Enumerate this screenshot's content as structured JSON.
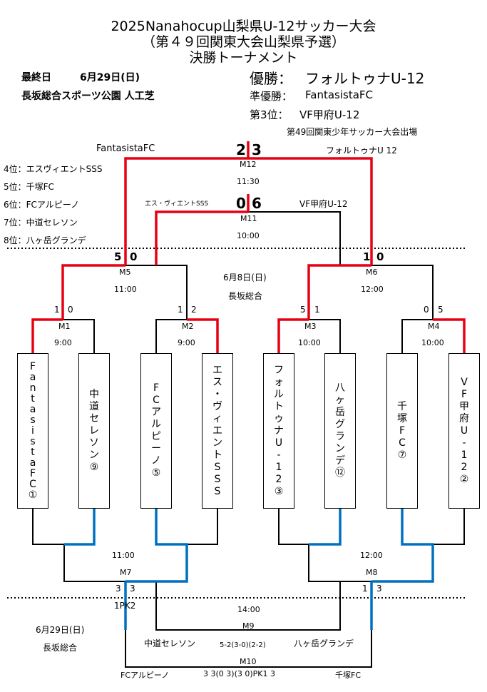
{
  "header": {
    "title_line1": "2025Nanahocup山梨県U-12サッカー大会",
    "title_line2": "（第４９回関東大会山梨県予選）",
    "title_line3": "決勝トーナメント",
    "final_day_label": "最終日",
    "final_day_date": "6月29日(日)",
    "final_venue": "長坂総合スポーツ公園 人工芝"
  },
  "results": {
    "winner_label": "優勝：",
    "winner": "フォルトゥナU-12",
    "runner_up_label": "準優勝：",
    "runner_up": "FantasistaFC",
    "third_label": "第3位：",
    "third": "VF甲府U-12",
    "kanto_note": "第49回関東少年サッカー大会出場"
  },
  "rankings": [
    "4位：エスヴィエントSSS",
    "5位：千塚FC",
    "6位：FCアルピーノ",
    "7位：中道セレソン",
    "8位：八ヶ岳グランデ"
  ],
  "round1_info": {
    "date": "6月8日(日)",
    "venue": "長坂総合"
  },
  "final_day_info": {
    "date": "6月29日(日)",
    "venue": "長坂総合"
  },
  "teams": [
    {
      "name": "FantasistaFC①",
      "vertical": [
        "F",
        "a",
        "n",
        "t",
        "a",
        "s",
        "i",
        "s",
        "t",
        "a",
        "F",
        "C",
        "①"
      ]
    },
    {
      "name": "中道セレソン⑨",
      "vertical": [
        "中",
        "道",
        "セ",
        "レ",
        "ソ",
        "ン",
        "⑨"
      ]
    },
    {
      "name": "FCアルピーノ⑤",
      "vertical": [
        "F",
        "C",
        "ア",
        "ル",
        "ピ",
        "ー",
        "ノ",
        "⑤"
      ]
    },
    {
      "name": "エス・ヴィエントSSS",
      "vertical": [
        "エ",
        "ス",
        "・",
        "ヴ",
        "ィ",
        "エ",
        "ン",
        "ト",
        "S",
        "S",
        "S"
      ]
    },
    {
      "name": "フォルトゥナU-12③",
      "vertical": [
        "フ",
        "ォ",
        "ル",
        "ト",
        "ゥ",
        "ナ",
        "U",
        "-",
        "1",
        "2",
        "③"
      ]
    },
    {
      "name": "八ヶ岳グランデ⑫",
      "vertical": [
        "八",
        "ヶ",
        "岳",
        "グ",
        "ラ",
        "ン",
        "デ",
        "⑫"
      ]
    },
    {
      "name": "千塚FC⑦",
      "vertical": [
        "千",
        "塚",
        "F",
        "C",
        "⑦"
      ]
    },
    {
      "name": "VF甲府U-12②",
      "vertical": [
        "V",
        "F",
        "甲",
        "府",
        "U",
        "-",
        "1",
        "2",
        "②"
      ]
    }
  ],
  "matches": {
    "M1": {
      "label": "M1",
      "time": "9:00",
      "score_left": "1",
      "score_right": "0"
    },
    "M2": {
      "label": "M2",
      "time": "9:00",
      "score_left": "1",
      "score_right": "2"
    },
    "M3": {
      "label": "M3",
      "time": "10:00",
      "score_left": "5",
      "score_right": "1"
    },
    "M4": {
      "label": "M4",
      "time": "10:00",
      "score_left": "0",
      "score_right": "5"
    },
    "M5": {
      "label": "M5",
      "time": "11:00",
      "score_left": "5",
      "score_right": "0"
    },
    "M6": {
      "label": "M6",
      "time": "12:00",
      "score_left": "1",
      "score_right": "0"
    },
    "M7": {
      "label": "M7",
      "time": "11:00",
      "score_left": "3",
      "score_right": "3",
      "pk": "1PK2"
    },
    "M8": {
      "label": "M8",
      "time": "12:00",
      "score_left": "1",
      "score_right": "3"
    },
    "M9": {
      "label": "M9",
      "time": "14:00",
      "team_left": "中道セレソン",
      "team_right": "八ヶ岳グランデ",
      "score_detail": "5-2(3-0)(2-2)"
    },
    "M10": {
      "label": "M10",
      "team_left": "FCアルピーノ",
      "team_right": "千塚FC",
      "score_detail": "3 3(0 3)(3 0)PK1 3"
    },
    "M11": {
      "label": "M11",
      "time": "10:00",
      "team_left": "エス・ヴィエントSSS",
      "team_right": "VF甲府U-12",
      "score_left": "0",
      "score_right": "6"
    },
    "M12": {
      "label": "M12",
      "time": "11:30",
      "team_left": "FantasistaFC",
      "team_right": "フォルトゥナU 12",
      "score_left": "2",
      "score_right": "3"
    }
  },
  "colors": {
    "winner_line": "#e60012",
    "loser_line": "#0070c0",
    "line": "#000000"
  }
}
